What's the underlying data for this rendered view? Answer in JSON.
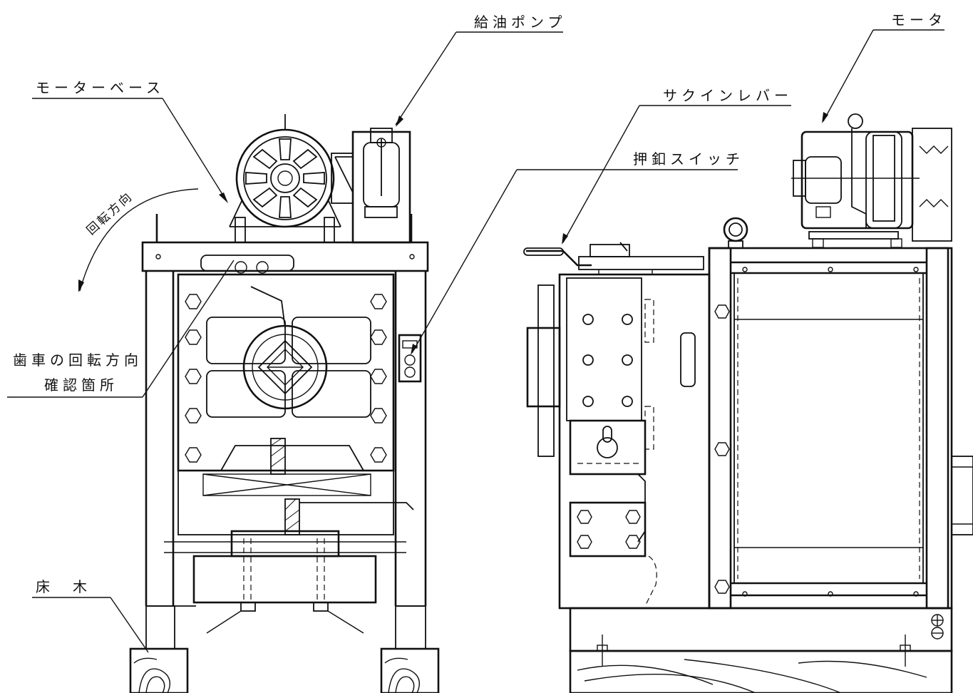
{
  "labels": {
    "oil_pump": "給油ポンプ",
    "motor": "モータ",
    "motor_base": "モーターベース",
    "suction_lever": "サクインレバー",
    "push_switch": "押釦スイッチ",
    "rotation_direction": "回転方向",
    "gear_check_line1": "歯車の回転方向",
    "gear_check_line2": "確認箇所",
    "floor_timber": "床　木"
  }
}
